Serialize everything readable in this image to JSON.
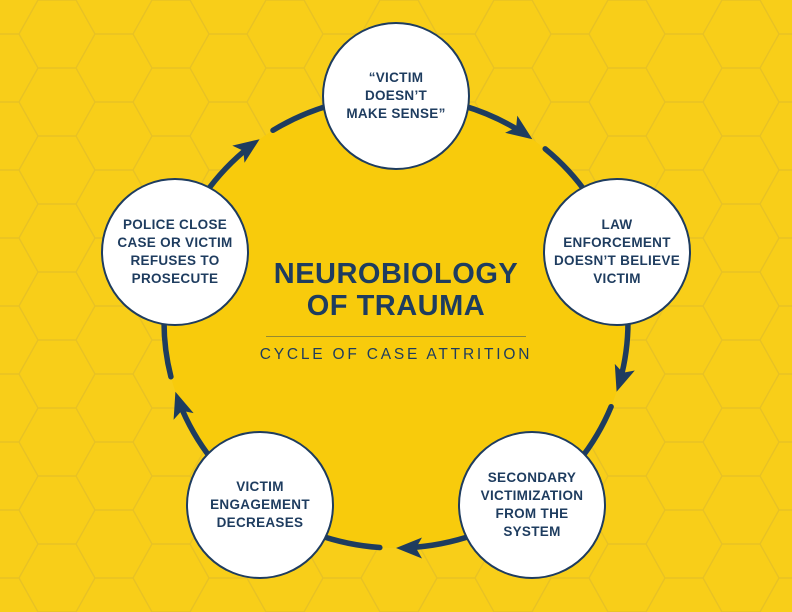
{
  "diagram": {
    "center": {
      "title_lines": [
        "NEUROBIOLOGY",
        "OF TRAUMA"
      ],
      "subtitle": "CYCLE OF CASE ATTRITION"
    },
    "nodes": [
      {
        "id": "victim-doesnt-make-sense",
        "lines": [
          "“VICTIM",
          "DOESN’T",
          "MAKE SENSE”"
        ]
      },
      {
        "id": "law-enforcement-doesnt-believe-victim",
        "lines": [
          "LAW",
          "ENFORCEMENT",
          "DOESN’T BELIEVE",
          "VICTIM"
        ]
      },
      {
        "id": "secondary-victimization-from-the-system",
        "lines": [
          "SECONDARY",
          "VICTIMIZATION",
          "FROM THE",
          "SYSTEM"
        ]
      },
      {
        "id": "victim-engagement-decreases",
        "lines": [
          "VICTIM",
          "ENGAGEMENT",
          "DECREASES"
        ]
      },
      {
        "id": "police-close-case-or-victim-refuses-to-prosecute",
        "lines": [
          "POLICE CLOSE",
          "CASE OR VICTIM",
          "REFUSES TO",
          "PROSECUTE"
        ]
      }
    ],
    "flow_direction": "clockwise",
    "colors": {
      "background_yellow": "#f8ce19",
      "honeycomb_line": "#e8c224",
      "inner_disc_yellow": "#f8cb0c",
      "navy": "#1e3c5f",
      "node_fill": "#ffffff"
    }
  }
}
